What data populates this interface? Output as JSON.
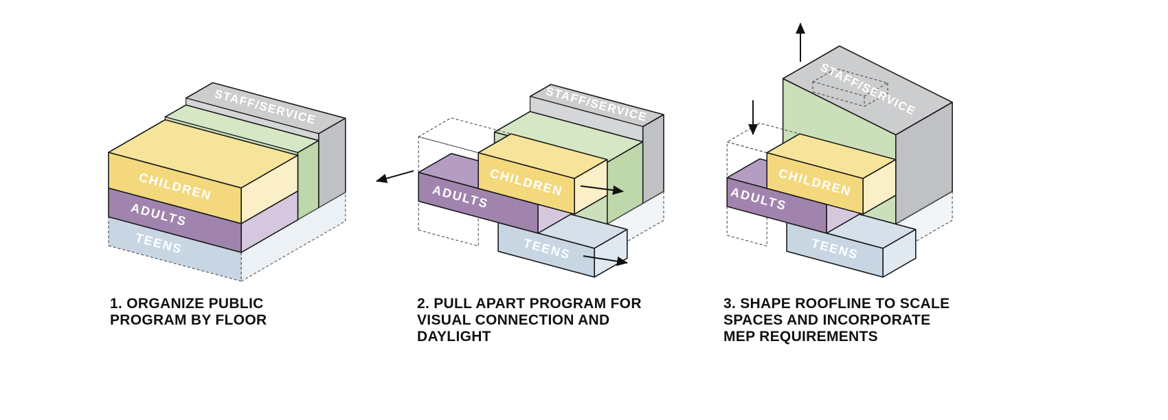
{
  "page": {
    "background": "#FFFFFF"
  },
  "palette": {
    "children": "#F3D87E",
    "children_top": "#F7E49B",
    "children_side": "#FAEFC6",
    "adults": "#A184AE",
    "adults_top": "#B59DC2",
    "adults_side": "#D5C8DE",
    "teens": "#C8D6E4",
    "teens_top": "#D5E0EA",
    "teens_side": "#E0E8F0",
    "green": "#CBE0BA",
    "green_top": "#D6E7C6",
    "green_side": "#BED8AC",
    "staff_gray": "#D4D6D8",
    "staff_gray_top": "#CBCDCF",
    "staff_gray_side": "#BFC1C4",
    "outline": "#1A1A1A",
    "label_text": "#FFFFFF",
    "caption_text": "#111111"
  },
  "labels": {
    "staff": "STAFF/SERVICE",
    "children": "CHILDREN",
    "adults": "ADULTS",
    "teens": "TEENS"
  },
  "diagrams": [
    {
      "caption": "1. ORGANIZE PUBLIC\nPROGRAM BY FLOOR"
    },
    {
      "caption": "2. PULL APART PROGRAM FOR\nVISUAL CONNECTION AND\nDAYLIGHT"
    },
    {
      "caption": "3. SHAPE ROOFLINE TO SCALE\nSPACES AND INCORPORATE\nMEP REQUIREMENTS"
    }
  ]
}
